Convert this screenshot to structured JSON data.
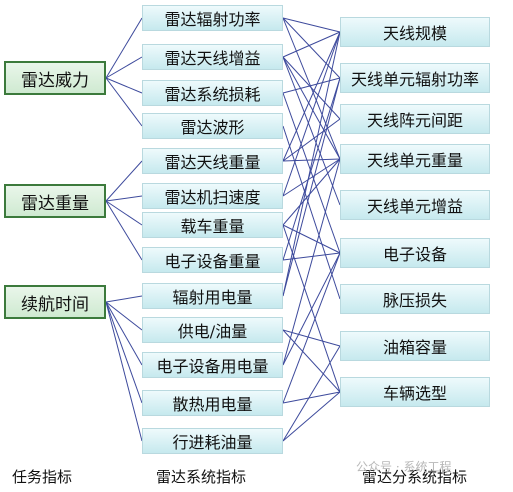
{
  "task_nodes": [
    {
      "id": "t0",
      "label": "雷达威力"
    },
    {
      "id": "t1",
      "label": "雷达重量"
    },
    {
      "id": "t2",
      "label": "续航时间"
    }
  ],
  "system_nodes": [
    {
      "id": "s0",
      "label": "雷达辐射功率"
    },
    {
      "id": "s1",
      "label": "雷达天线增益"
    },
    {
      "id": "s2",
      "label": "雷达系统损耗"
    },
    {
      "id": "s3",
      "label": "雷达波形"
    },
    {
      "id": "s4",
      "label": "雷达天线重量"
    },
    {
      "id": "s5",
      "label": "雷达机扫速度"
    },
    {
      "id": "s6",
      "label": "载车重量"
    },
    {
      "id": "s7",
      "label": "电子设备重量"
    },
    {
      "id": "s8",
      "label": "辐射用电量"
    },
    {
      "id": "s9",
      "label": "供电/油量"
    },
    {
      "id": "s10",
      "label": "电子设备用电量"
    },
    {
      "id": "s11",
      "label": "散热用电量"
    },
    {
      "id": "s12",
      "label": "行进耗油量"
    }
  ],
  "subsystem_nodes": [
    {
      "id": "u0",
      "label": "天线规模"
    },
    {
      "id": "u1",
      "label": "天线单元辐射功率"
    },
    {
      "id": "u2",
      "label": "天线阵元间距"
    },
    {
      "id": "u3",
      "label": "天线单元重量"
    },
    {
      "id": "u4",
      "label": "天线单元增益"
    },
    {
      "id": "u5",
      "label": "电子设备"
    },
    {
      "id": "u6",
      "label": "脉压损失"
    },
    {
      "id": "u7",
      "label": "油箱容量"
    },
    {
      "id": "u8",
      "label": "车辆选型"
    }
  ],
  "links": [
    [
      "t0",
      "s0"
    ],
    [
      "t0",
      "s1"
    ],
    [
      "t0",
      "s2"
    ],
    [
      "t0",
      "s3"
    ],
    [
      "t1",
      "s4"
    ],
    [
      "t1",
      "s5"
    ],
    [
      "t1",
      "s6"
    ],
    [
      "t1",
      "s7"
    ],
    [
      "t2",
      "s8"
    ],
    [
      "t2",
      "s9"
    ],
    [
      "t2",
      "s10"
    ],
    [
      "t2",
      "s11"
    ],
    [
      "t2",
      "s12"
    ],
    [
      "s0",
      "u0"
    ],
    [
      "s0",
      "u1"
    ],
    [
      "s0",
      "u3"
    ],
    [
      "s1",
      "u0"
    ],
    [
      "s1",
      "u2"
    ],
    [
      "s1",
      "u4"
    ],
    [
      "s1",
      "u3"
    ],
    [
      "s2",
      "u1"
    ],
    [
      "s2",
      "u5"
    ],
    [
      "s3",
      "u6"
    ],
    [
      "s4",
      "u0"
    ],
    [
      "s4",
      "u3"
    ],
    [
      "s4",
      "u2"
    ],
    [
      "s5",
      "u0"
    ],
    [
      "s5",
      "u3"
    ],
    [
      "s6",
      "u5"
    ],
    [
      "s6",
      "u8"
    ],
    [
      "s6",
      "u3"
    ],
    [
      "s7",
      "u5"
    ],
    [
      "s7",
      "u1"
    ],
    [
      "s8",
      "u0"
    ],
    [
      "s8",
      "u1"
    ],
    [
      "s9",
      "u7"
    ],
    [
      "s9",
      "u8"
    ],
    [
      "s10",
      "u5"
    ],
    [
      "s10",
      "u3"
    ],
    [
      "s11",
      "u5"
    ],
    [
      "s11",
      "u8"
    ],
    [
      "s12",
      "u8"
    ],
    [
      "s12",
      "u7"
    ]
  ],
  "footer": {
    "left": "任务指标",
    "middle": "雷达系统指标",
    "right": "雷达分系统指标"
  },
  "watermark": "公众号 · 系统工程",
  "colors": {
    "link": "#3d4a9c",
    "task_border": "#3c7a3c"
  }
}
